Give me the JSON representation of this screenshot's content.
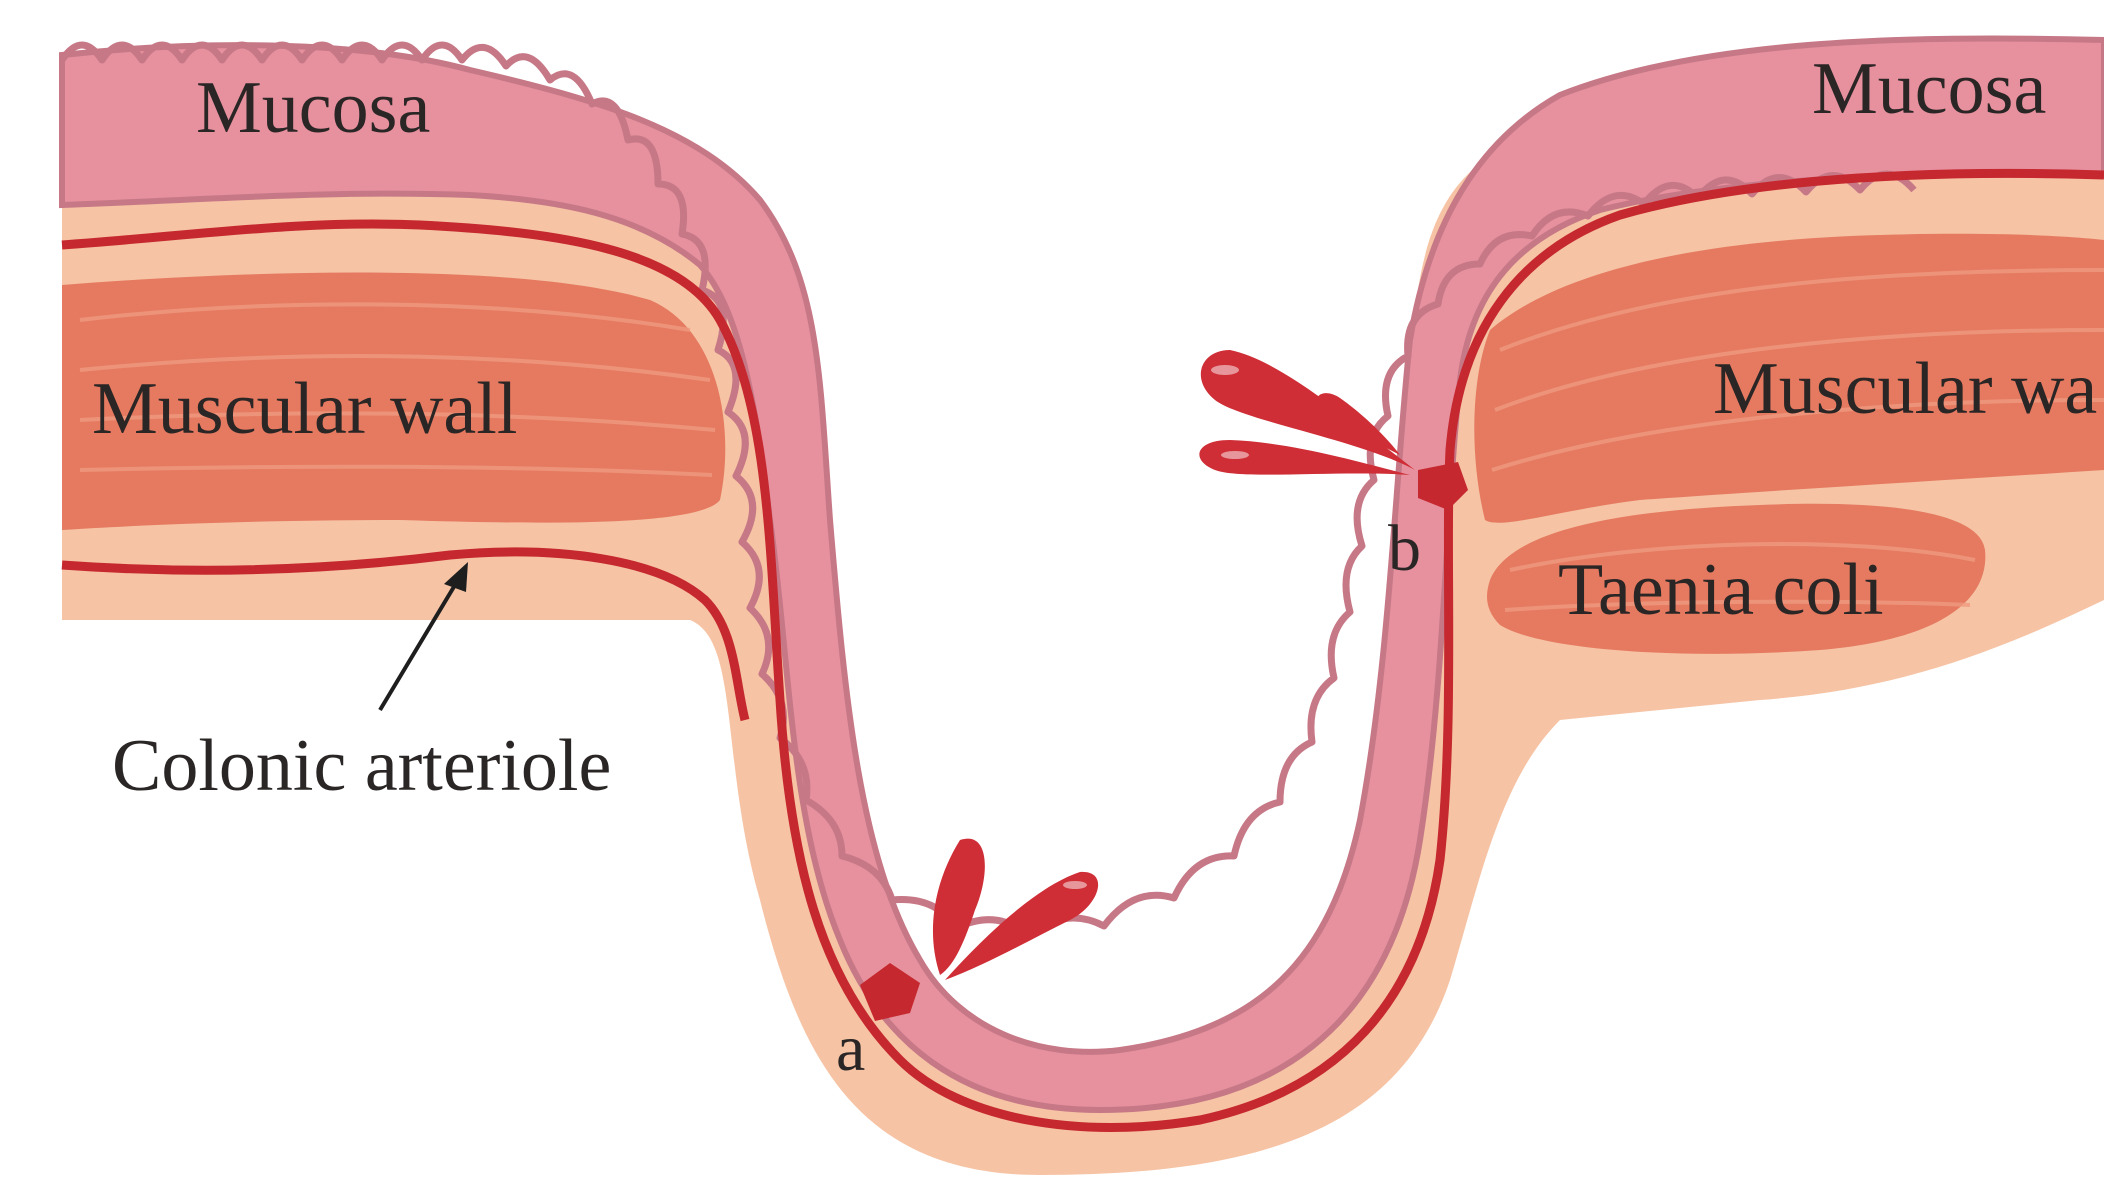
{
  "labels": {
    "mucosa_left": "Mucosa",
    "mucosa_right": "Mucosa",
    "muscular_wall_left": "Muscular wall",
    "muscular_wall_right": "Muscular wa",
    "taenia_coli": "Taenia coli",
    "colonic_arteriole": "Colonic arteriole",
    "point_a": "a",
    "point_b": "b"
  },
  "colors": {
    "mucosa": "#e7919f",
    "mucosa_edge": "#c77886",
    "submucosa": "#f6c3a4",
    "muscle": "#e57a60",
    "muscle_stripe": "#f09a80",
    "vessel": "#c5282f",
    "blood": "#cf2e36",
    "text": "#2b2626"
  }
}
